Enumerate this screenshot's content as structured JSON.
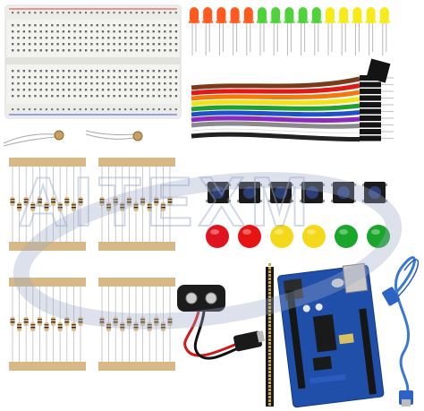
{
  "watermark": {
    "text": "AITEXM",
    "color": "#9aa8c8"
  },
  "colors": {
    "led": [
      "#ff5a1e",
      "#4fd23a",
      "#f6ea1a"
    ],
    "caps": [
      "#e0141e",
      "#e81414",
      "#f4d81a",
      "#f4d81a",
      "#1aa62a",
      "#1aa62a"
    ],
    "ribbon": [
      "#7a3b1a",
      "#e01818",
      "#f07a10",
      "#f2e21a",
      "#20a030",
      "#2050c8",
      "#8a2bbd",
      "#8a8a8a",
      "#ffffff",
      "#222222"
    ],
    "board": "#1f4fa8",
    "tape": "#d8b886",
    "cable": "#3a78d8"
  },
  "items": {
    "leds": {
      "per_color": 5
    },
    "buttons": {
      "count": 6
    },
    "resistor_packs": {
      "count": 4
    },
    "jumper_wires": {
      "count": 10
    }
  }
}
